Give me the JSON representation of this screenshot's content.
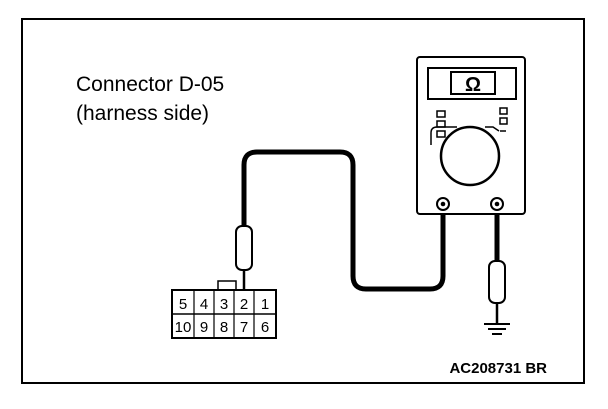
{
  "diagram": {
    "title_line1": "Connector D-05",
    "title_line2": "(harness side)",
    "meter_symbol": "Ω",
    "figure_code": "AC208731 BR",
    "connector": {
      "top_pins": [
        "5",
        "4",
        "3",
        "2",
        "1"
      ],
      "bottom_pins": [
        "10",
        "9",
        "8",
        "7",
        "6"
      ]
    }
  },
  "icons": {
    "meter": "ohmmeter-icon",
    "ground": "ground-icon"
  }
}
